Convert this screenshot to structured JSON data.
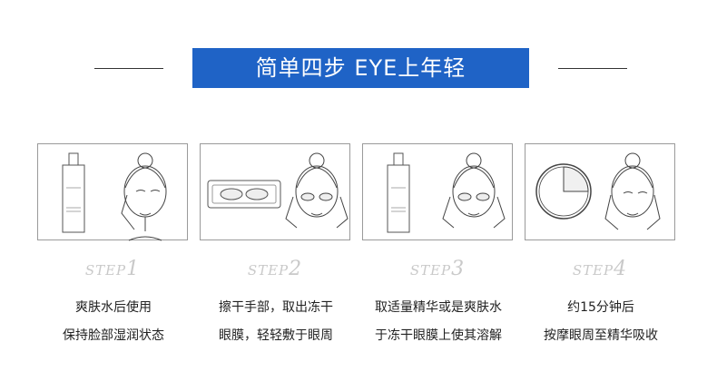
{
  "header": {
    "title": "简单四步  EYE上年轻",
    "accent_color": "#1f63c6"
  },
  "steps": [
    {
      "label_word": "STEP",
      "label_num": "1",
      "line1": "爽肤水后使用",
      "line2": "保持脸部湿润状态",
      "icons": [
        "toner-bottle-icon",
        "face-wiping-icon"
      ]
    },
    {
      "label_word": "STEP",
      "label_num": "2",
      "line1": "擦干手部，取出冻干",
      "line2": "眼膜，轻轻敷于眼周",
      "icons": [
        "eye-mask-pack-icon",
        "face-eye-patches-icon"
      ]
    },
    {
      "label_word": "STEP",
      "label_num": "3",
      "line1": "取适量精华或是爽肤水",
      "line2": "于冻干眼膜上使其溶解",
      "icons": [
        "toner-bottle-icon",
        "face-eye-patches-icon"
      ]
    },
    {
      "label_word": "STEP",
      "label_num": "4",
      "line1": "约15分钟后",
      "line2": "按摩眼周至精华吸收",
      "icons": [
        "clock-icon",
        "face-massage-icon"
      ]
    }
  ]
}
